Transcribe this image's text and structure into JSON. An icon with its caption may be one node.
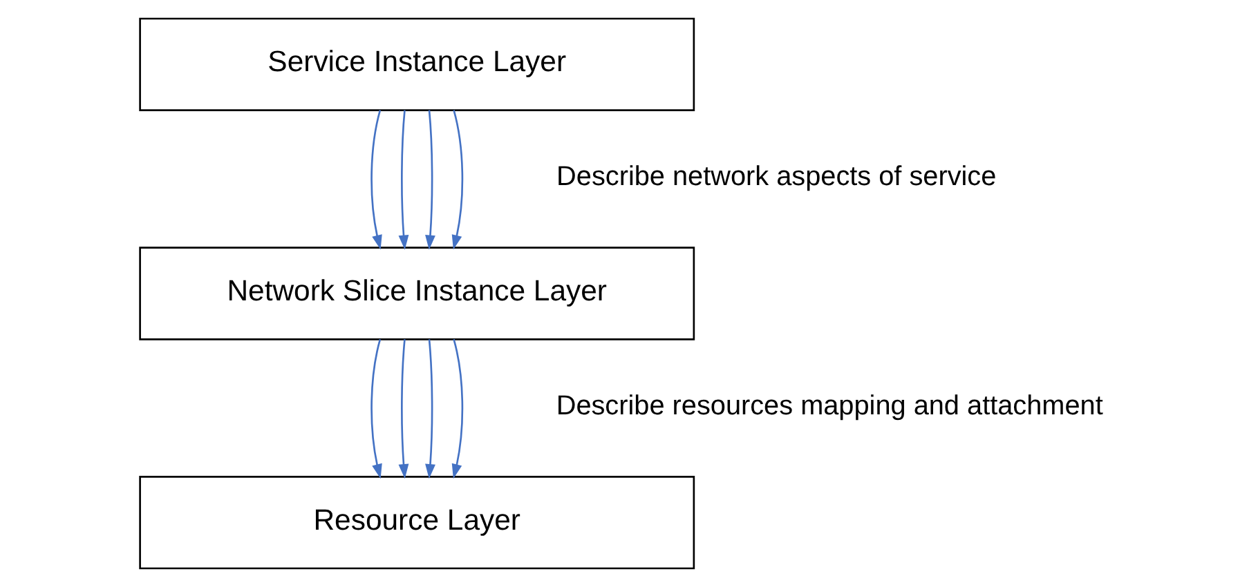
{
  "diagram": {
    "nodes": [
      {
        "text": [
          "Service Instance Layer"
        ]
      },
      {
        "text": [
          "Network Slice Instance Layer"
        ]
      },
      {
        "text": [
          "Resource Layer"
        ]
      }
    ],
    "edges": [
      {
        "from": 0,
        "to": 1,
        "arrow": "to"
      },
      {
        "from": 0,
        "to": 1,
        "arrow": "to"
      },
      {
        "from": 0,
        "to": 1,
        "arrow": "to"
      },
      {
        "from": 0,
        "to": 1,
        "arrow": "to"
      },
      {
        "from": 1,
        "to": 2,
        "arrow": "to"
      },
      {
        "from": 1,
        "to": 2,
        "arrow": "to"
      },
      {
        "from": 1,
        "to": 2,
        "arrow": "to"
      },
      {
        "from": 1,
        "to": 2,
        "arrow": "to"
      }
    ],
    "labels": [
      "Describe network aspects of service",
      "Describe resources mapping and attachment"
    ]
  }
}
